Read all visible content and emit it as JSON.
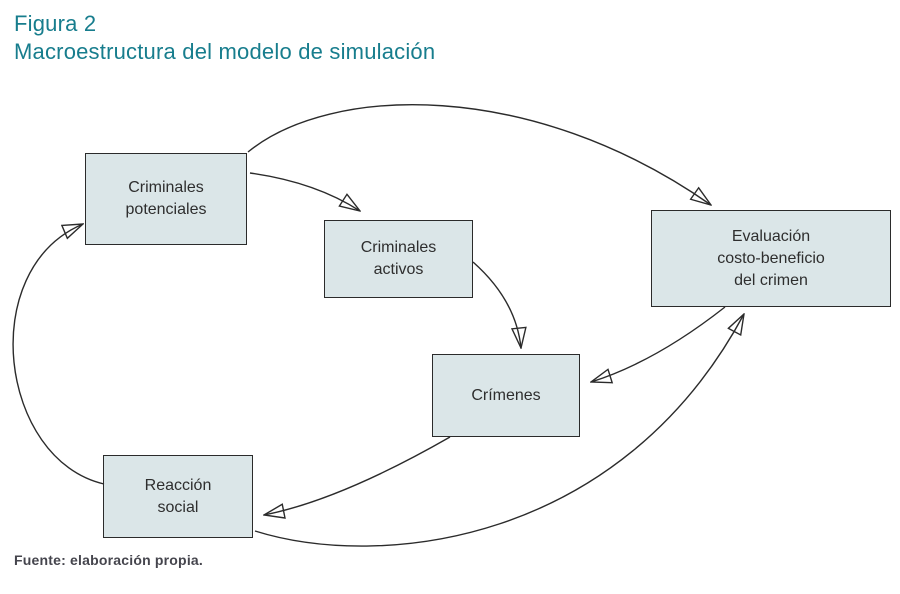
{
  "title": {
    "line1": "Figura 2",
    "line2": "Macroestructura del modelo de simulación"
  },
  "footer": {
    "source": "Fuente: elaboración propia."
  },
  "colors": {
    "title_teal": "#177D8D",
    "node_fill": "#DBE6E8",
    "node_border": "#2B2B2B",
    "arrow": "#2B2B2B",
    "node_text": "#2E2E2E",
    "footer_text": "#45454D"
  },
  "diagram": {
    "nodes": {
      "criminales_potenciales": {
        "label": "Criminales\npotenciales"
      },
      "criminales_activos": {
        "label": "Criminales\nactivos"
      },
      "crimenes": {
        "label": "Crímenes"
      },
      "evaluacion": {
        "label": "Evaluación\ncosto-beneficio\ndel crimen"
      },
      "reaccion_social": {
        "label": "Reacción\nsocial"
      }
    },
    "edges": [
      {
        "from": "criminales-potenciales",
        "to": "criminales-activos"
      },
      {
        "from": "criminales-potenciales",
        "to": "evaluacion-costo-beneficio-del-crimen"
      },
      {
        "from": "criminales-activos",
        "to": "crimenes"
      },
      {
        "from": "evaluacion-costo-beneficio-del-crimen",
        "to": "crimenes"
      },
      {
        "from": "crimenes",
        "to": "reaccion-social"
      },
      {
        "from": "reaccion-social",
        "to": "evaluacion-costo-beneficio-del-crimen"
      },
      {
        "from": "reaccion-social",
        "to": "criminales-potenciales"
      }
    ]
  }
}
